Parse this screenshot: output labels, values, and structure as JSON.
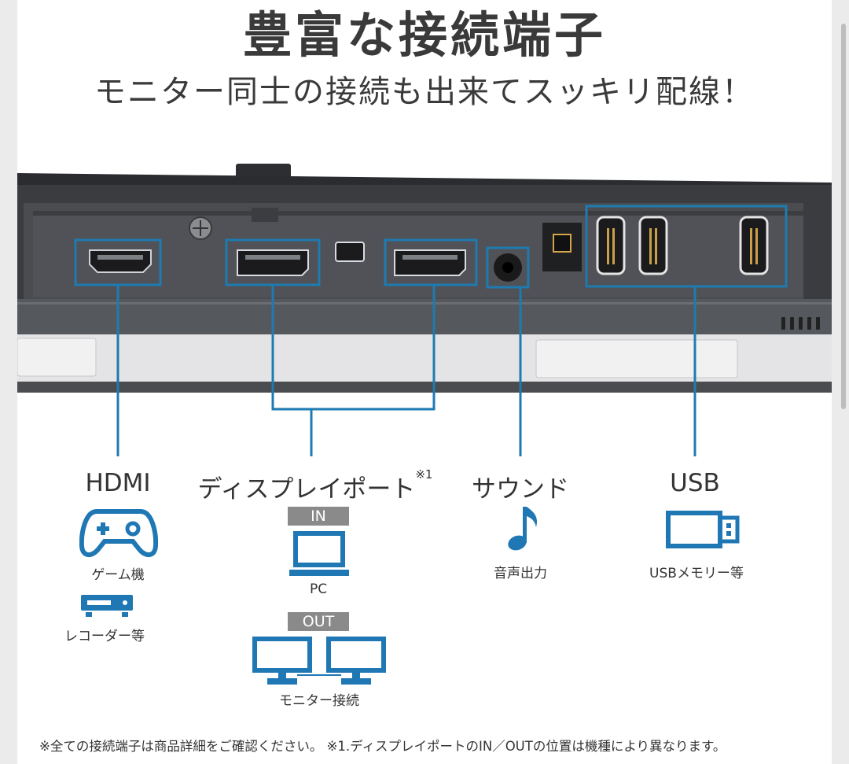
{
  "header": {
    "title": "豊富な接続端子",
    "subtitle": "モニター同士の接続も出来てスッキリ配線！"
  },
  "ports": {
    "hdmi": {
      "label": "HDMI",
      "devices": [
        "ゲーム機",
        "レコーダー等"
      ]
    },
    "displayport": {
      "label": "ディスプレイポート",
      "note_mark": "※1",
      "in_tag": "IN",
      "in_device": "PC",
      "out_tag": "OUT",
      "out_device": "モニター接続"
    },
    "sound": {
      "label": "サウンド",
      "device": "音声出力"
    },
    "usb": {
      "label": "USB",
      "device": "USBメモリー等"
    }
  },
  "footnote": "※全ての接続端子は商品詳細をご確認ください。 ※1.ディスプレイポートのIN／OUTの位置は機種により異なります。",
  "colors": {
    "accent": "#1e7bb0",
    "icon_blue": "#1f77b4",
    "text": "#333333",
    "tag_gray": "#8a8a8a"
  },
  "icons": [
    "gamepad-icon",
    "recorder-icon",
    "laptop-icon",
    "dual-monitor-icon",
    "music-note-icon",
    "usb-stick-icon"
  ]
}
